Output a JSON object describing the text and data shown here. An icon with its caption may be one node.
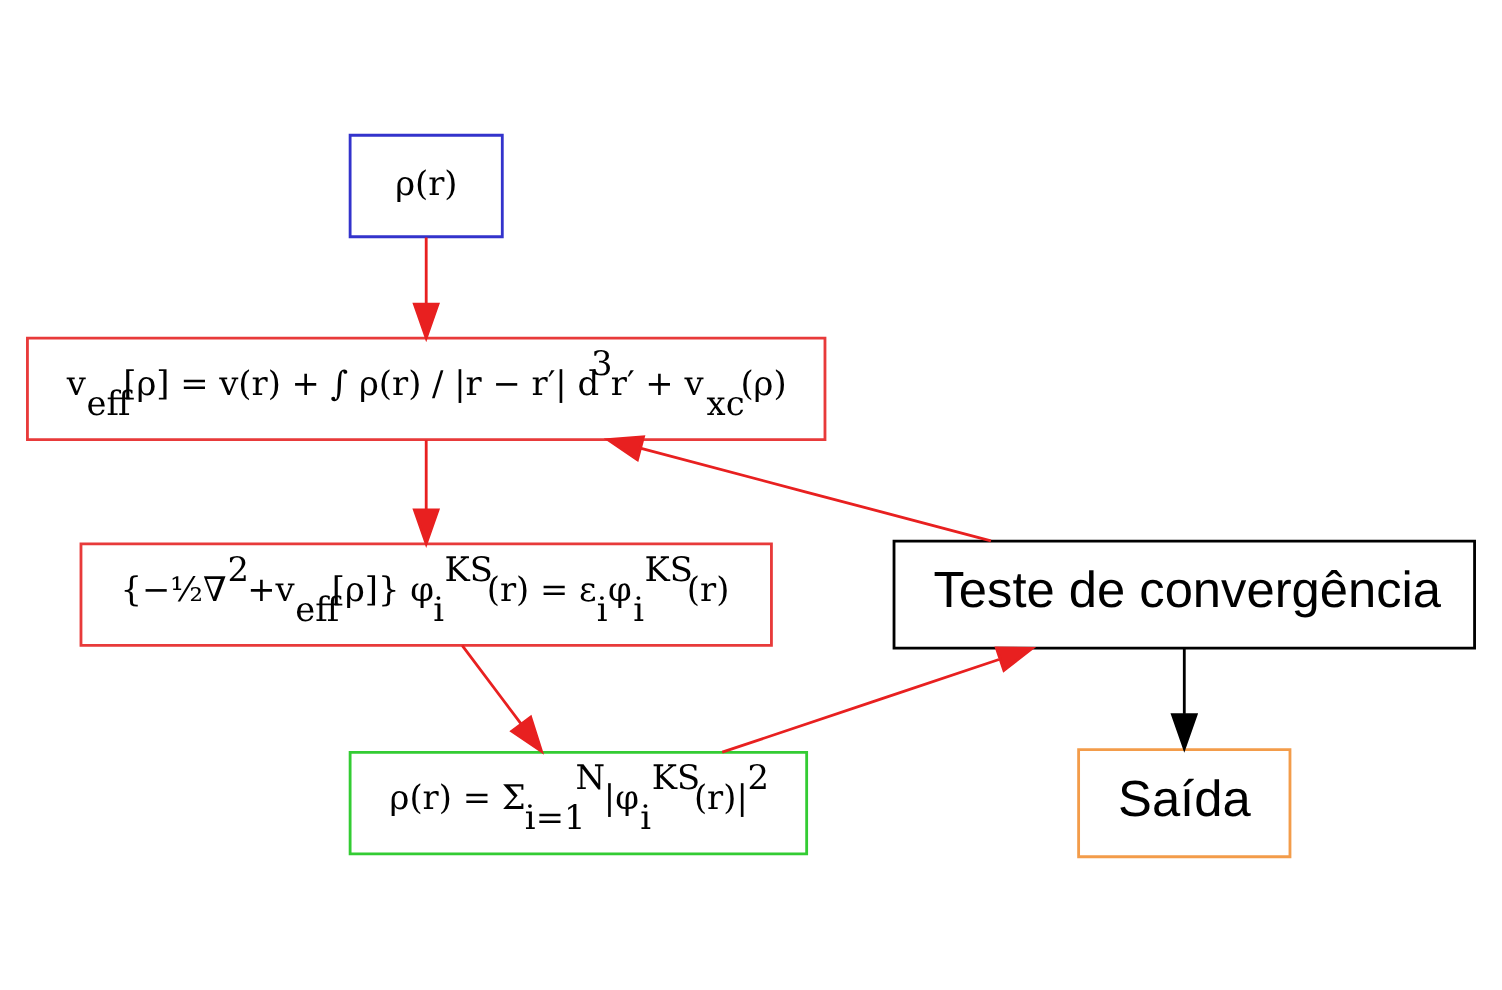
{
  "diagram": {
    "nodes": [
      {
        "text": [
          "ρ(r)"
        ]
      },
      {
        "text": [
          "v$_{eff}$[ρ] = v(r) + ∫ ρ(r) / |r − r′| d$^{3}$r′ + v$_{xc}$(ρ)"
        ]
      },
      {
        "text": [
          "{−½∇$^{2}$+v$_{eff}$[ρ]} φ$_{i}$$^{KS}$(r) = ε$_{i}$φ$_{i}$$^{KS}$(r)"
        ]
      },
      {
        "text": [
          "ρ(r) = Σ$_{i=1}$$^{N}$|φ$_{i}$$^{KS}$(r)|$^{2}$"
        ]
      },
      {
        "text": [
          "Teste de convergência"
        ]
      },
      {
        "text": [
          "Saída"
        ]
      }
    ],
    "edges": [
      {
        "from": 0,
        "to": 1,
        "arrow": "to"
      },
      {
        "from": 1,
        "to": 2,
        "arrow": "to"
      },
      {
        "from": 2,
        "to": 3,
        "arrow": "to"
      },
      {
        "from": 3,
        "to": 4,
        "arrow": "to"
      },
      {
        "from": 4,
        "to": 1,
        "arrow": "to"
      },
      {
        "from": 4,
        "to": 5,
        "arrow": "to",
        "color": "#000000"
      }
    ]
  }
}
